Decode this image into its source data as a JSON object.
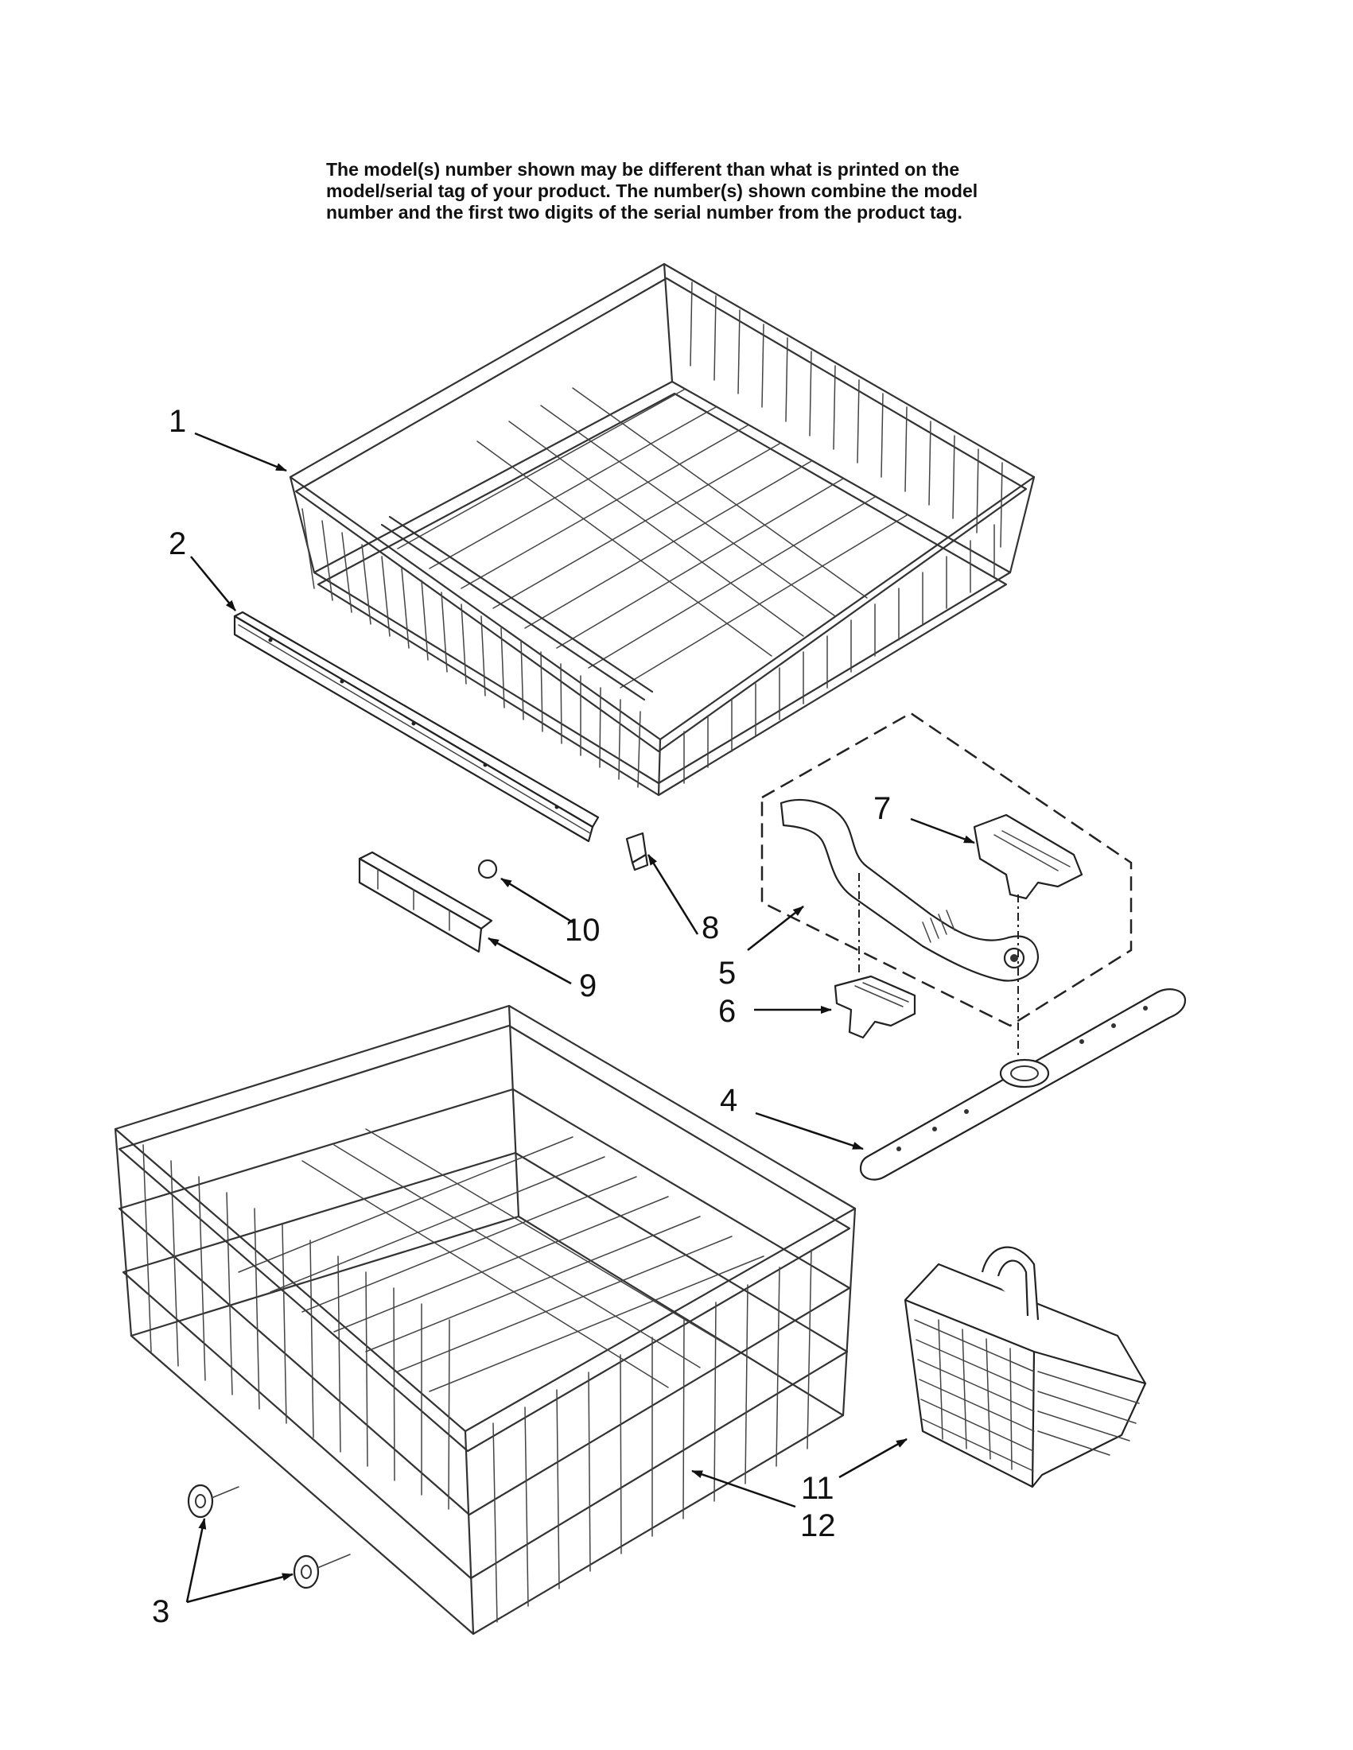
{
  "disclaimer": {
    "line1": "The model(s) number shown may be different than what is printed on the",
    "line2": "model/serial tag of your product. The number(s) shown combine the model",
    "line3": "number and the first two digits of the serial number from the product tag."
  },
  "callouts": {
    "c1": "1",
    "c2": "2",
    "c3": "3",
    "c4": "4",
    "c5": "5",
    "c6": "6",
    "c7": "7",
    "c8": "8",
    "c9": "9",
    "c10": "10",
    "c11": "11",
    "c12": "12"
  }
}
